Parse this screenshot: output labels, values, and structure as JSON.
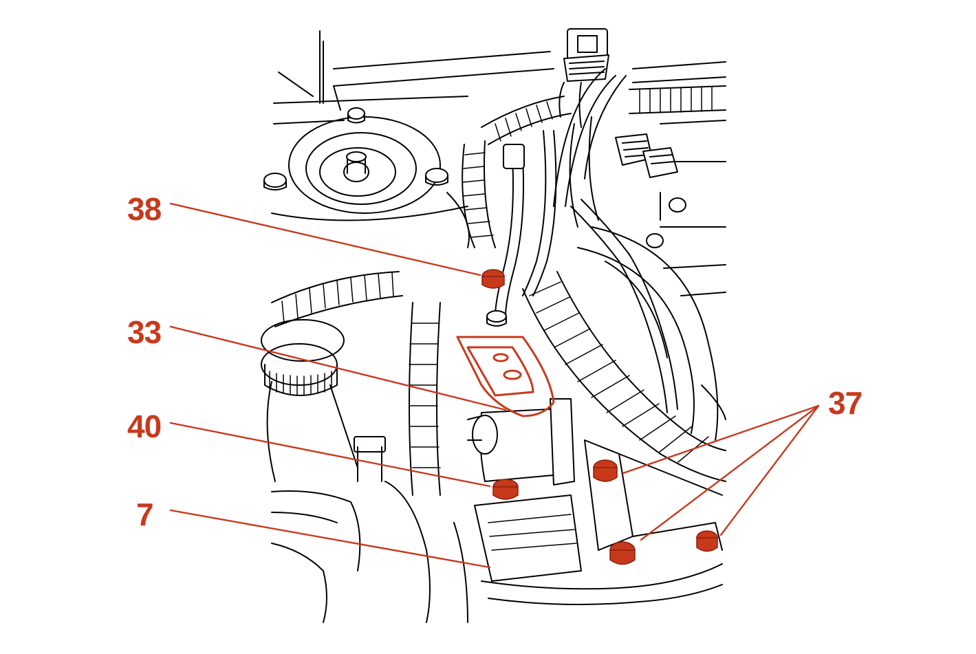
{
  "callouts": {
    "c38": "38",
    "c33": "33",
    "c40": "40",
    "c7": "7",
    "c37": "37"
  },
  "colors": {
    "accent": "#c8391c",
    "line": "#000000",
    "background": "#ffffff"
  }
}
